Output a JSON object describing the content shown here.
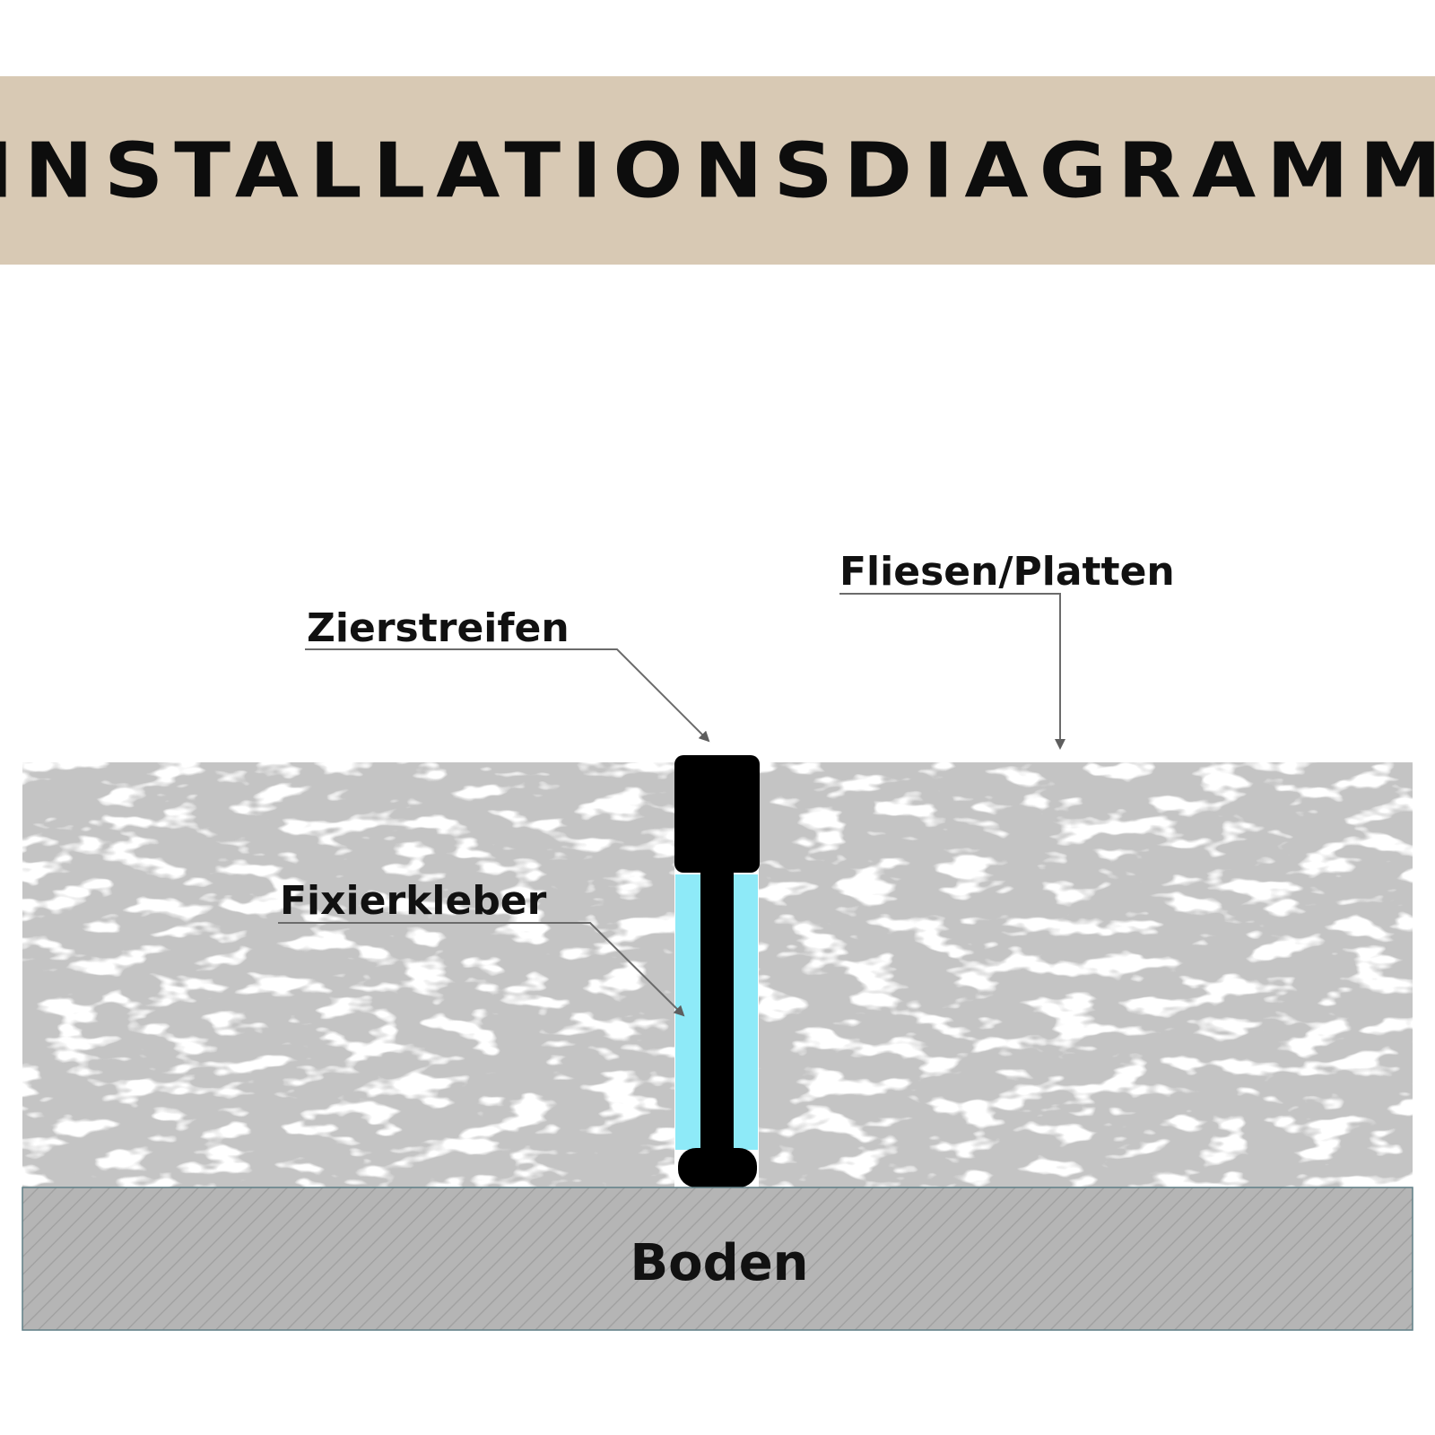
{
  "title": "INSTALLATIONSDIAGRAMM",
  "labels": {
    "strip": "Zierstreifen",
    "tiles": "Fliesen/Platten",
    "adhesive": "Fixierkleber",
    "floor": "Boden"
  },
  "colors": {
    "banner": "#d8c9b4",
    "tile": "#c4c4c4",
    "floor": "#b5b5b5",
    "adhesive": "#8eeaf8",
    "strip": "#000000",
    "leader": "#6b6b6b"
  },
  "icons": {
    "strip": "t-profile-strip",
    "arrow": "arrow-head"
  }
}
